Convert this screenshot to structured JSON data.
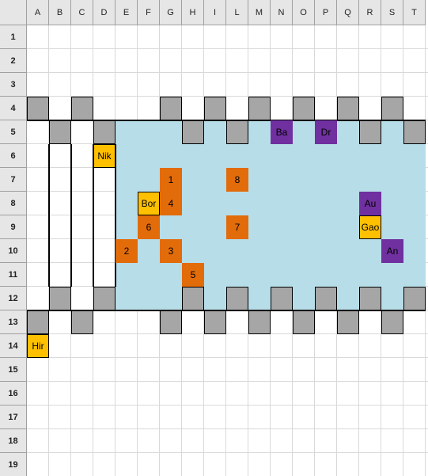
{
  "sheet": {
    "columns": [
      "A",
      "B",
      "C",
      "D",
      "E",
      "F",
      "G",
      "H",
      "I",
      "L",
      "M",
      "N",
      "O",
      "P",
      "Q",
      "R",
      "S",
      "T"
    ],
    "rows": [
      "1",
      "2",
      "3",
      "4",
      "5",
      "6",
      "7",
      "8",
      "9",
      "10",
      "11",
      "12",
      "13",
      "14",
      "15",
      "16",
      "17",
      "18",
      "19"
    ]
  },
  "colors": {
    "water": "#b7dde8",
    "wall": "#a6a6a6",
    "orange_token": "#e26b0a",
    "yellow_token": "#ffc000",
    "purple_token": "#7030a0"
  },
  "tokens": [
    {
      "id": "nik",
      "label": "Nik",
      "kind": "yellow",
      "cell": [
        3,
        5
      ]
    },
    {
      "id": "bor",
      "label": "Bor",
      "kind": "yellow",
      "cell": [
        5,
        7
      ]
    },
    {
      "id": "gao",
      "label": "Gao",
      "kind": "yellow",
      "cell": [
        15,
        8
      ]
    },
    {
      "id": "hir",
      "label": "Hir",
      "kind": "yellow",
      "cell": [
        0,
        13
      ]
    },
    {
      "id": "ba",
      "label": "Ba",
      "kind": "purple",
      "cell": [
        11,
        4
      ]
    },
    {
      "id": "dr",
      "label": "Dr",
      "kind": "purple",
      "cell": [
        13,
        4
      ]
    },
    {
      "id": "au",
      "label": "Au",
      "kind": "purple",
      "cell": [
        15,
        7
      ]
    },
    {
      "id": "an",
      "label": "An",
      "kind": "purple",
      "cell": [
        16,
        9
      ]
    },
    {
      "id": "n1",
      "label": "1",
      "kind": "orange",
      "cell": [
        6,
        6
      ]
    },
    {
      "id": "n8",
      "label": "8",
      "kind": "orange",
      "cell": [
        9,
        6
      ]
    },
    {
      "id": "n4",
      "label": "4",
      "kind": "orange",
      "cell": [
        6,
        7
      ]
    },
    {
      "id": "n6",
      "label": "6",
      "kind": "orange",
      "cell": [
        5,
        8
      ]
    },
    {
      "id": "n7",
      "label": "7",
      "kind": "orange",
      "cell": [
        9,
        8
      ]
    },
    {
      "id": "n2",
      "label": "2",
      "kind": "orange",
      "cell": [
        4,
        9
      ]
    },
    {
      "id": "n3",
      "label": "3",
      "kind": "orange",
      "cell": [
        6,
        9
      ]
    },
    {
      "id": "n5",
      "label": "5",
      "kind": "orange",
      "cell": [
        7,
        10
      ]
    }
  ]
}
